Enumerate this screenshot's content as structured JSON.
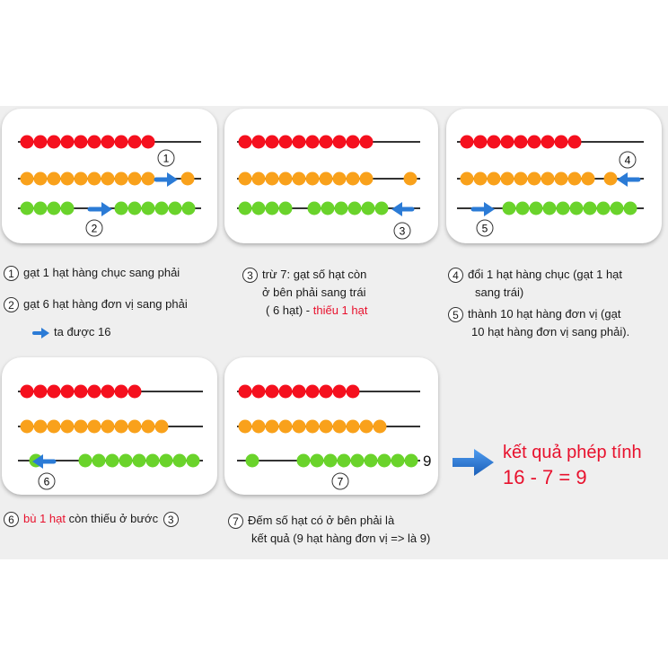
{
  "colors": {
    "tens": "#f5101e",
    "units_orange": "#f9a11b",
    "units_green": "#6ad32b",
    "arrow": "#2b7bd6",
    "rod": "#333333",
    "highlight": "#e8112d"
  },
  "panels": [
    {
      "id": "p1",
      "rows": [
        {
          "color": "tens",
          "beads": 10,
          "side": "left"
        },
        {
          "color": "units_orange",
          "beads": 11,
          "split_right": 1
        },
        {
          "color": "units_green",
          "beads": 10,
          "split_right": 6
        }
      ],
      "labels": [
        "1",
        "2"
      ]
    },
    {
      "id": "p2",
      "rows": [
        {
          "color": "tens",
          "beads": 10,
          "side": "left"
        },
        {
          "color": "units_orange",
          "beads": 11,
          "split_right": 1
        },
        {
          "color": "units_green",
          "beads": 10,
          "split_right": 6
        }
      ],
      "labels": [
        "3"
      ]
    },
    {
      "id": "p3",
      "rows": [
        {
          "color": "tens",
          "beads": 9,
          "side": "left"
        },
        {
          "color": "units_orange",
          "beads": 11,
          "split_right": 1
        },
        {
          "color": "units_green",
          "beads": 10,
          "split_right": 10
        }
      ],
      "labels": [
        "4",
        "5"
      ]
    },
    {
      "id": "p4",
      "rows": [
        {
          "color": "tens",
          "beads": 9,
          "side": "left"
        },
        {
          "color": "units_orange",
          "beads": 11
        },
        {
          "color": "units_green",
          "beads": 10,
          "split_right": 9
        }
      ],
      "labels": [
        "6"
      ]
    },
    {
      "id": "p5",
      "rows": [
        {
          "color": "tens",
          "beads": 9,
          "side": "left"
        },
        {
          "color": "units_orange",
          "beads": 11
        },
        {
          "color": "units_green",
          "beads": 10,
          "split_right": 9
        }
      ],
      "labels": [
        "7"
      ],
      "end_label": "9"
    }
  ],
  "captions": {
    "c1": {
      "num": "1",
      "text": "gạt 1 hạt hàng chục sang phải"
    },
    "c2": {
      "num": "2",
      "text": "gạt 6 hạt hàng đơn vị sang phải"
    },
    "c2b": {
      "text": "ta được 16"
    },
    "c3": {
      "num": "3",
      "line1": "trừ 7: gạt số hạt còn",
      "line2": "ở bên phải sang trái",
      "line3a": "( 6 hạt) - ",
      "line3b": "thiếu 1 hạt"
    },
    "c4": {
      "num": "4",
      "line1": "đổi 1 hạt hàng chục (gạt 1 hạt",
      "line2": "sang trái)"
    },
    "c5": {
      "num": "5",
      "line1": "thành 10 hạt hàng  đơn vị (gạt",
      "line2": "10 hạt hàng đơn vị sang phải)."
    },
    "c6": {
      "num": "6",
      "red": "bù 1 hạt",
      "text": " còn thiếu ở bước ",
      "num2": "3"
    },
    "c7": {
      "num": "7",
      "line1": "Đếm số hạt có ở bên phải là",
      "line2": "kết quả (9 hạt hàng đơn vị => là 9)"
    }
  },
  "result": {
    "line1": "kết quả phép tính",
    "line2": "16 - 7 = 9"
  }
}
